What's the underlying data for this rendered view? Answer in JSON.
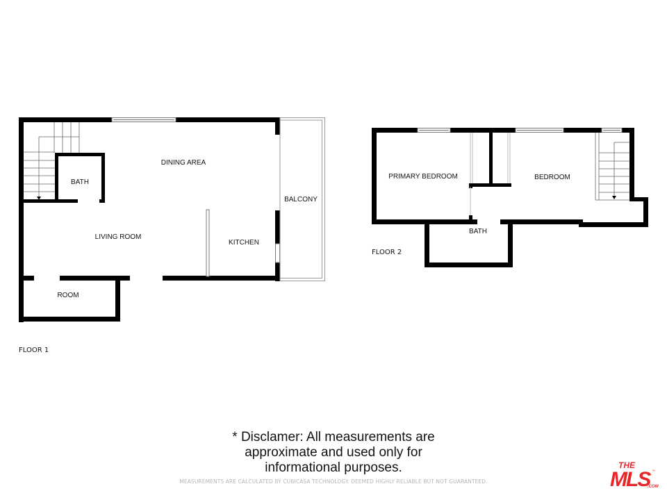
{
  "floor1": {
    "label": "FLOOR 1",
    "rooms": {
      "dining_area": "DINING AREA",
      "bath": "BATH",
      "balcony": "BALCONY",
      "living_room": "LIVING ROOM",
      "kitchen": "KITCHEN",
      "room": "ROOM"
    }
  },
  "floor2": {
    "label": "FLOOR 2",
    "rooms": {
      "primary_bedroom": "PRIMARY BEDROOM",
      "bedroom": "BEDROOM",
      "bath": "BATH"
    }
  },
  "disclaimer": {
    "line1": "* Disclamer: All measurements are",
    "line2": "approximate and used only for",
    "line3": "informational purposes."
  },
  "footer_note": "MEASUREMENTS ARE CALCULATED BY CUBICASA TECHNOLOGY. DEEMED HIGHLY RELIABLE BUT NOT GUARANTEED.",
  "logo": {
    "top": "THE",
    "main": "MLS",
    "suffix": ".COM",
    "tm": "™",
    "color": "#e8262a"
  },
  "colors": {
    "wall": "#000000",
    "window": "#888888",
    "balcony_rail": "#999999"
  }
}
